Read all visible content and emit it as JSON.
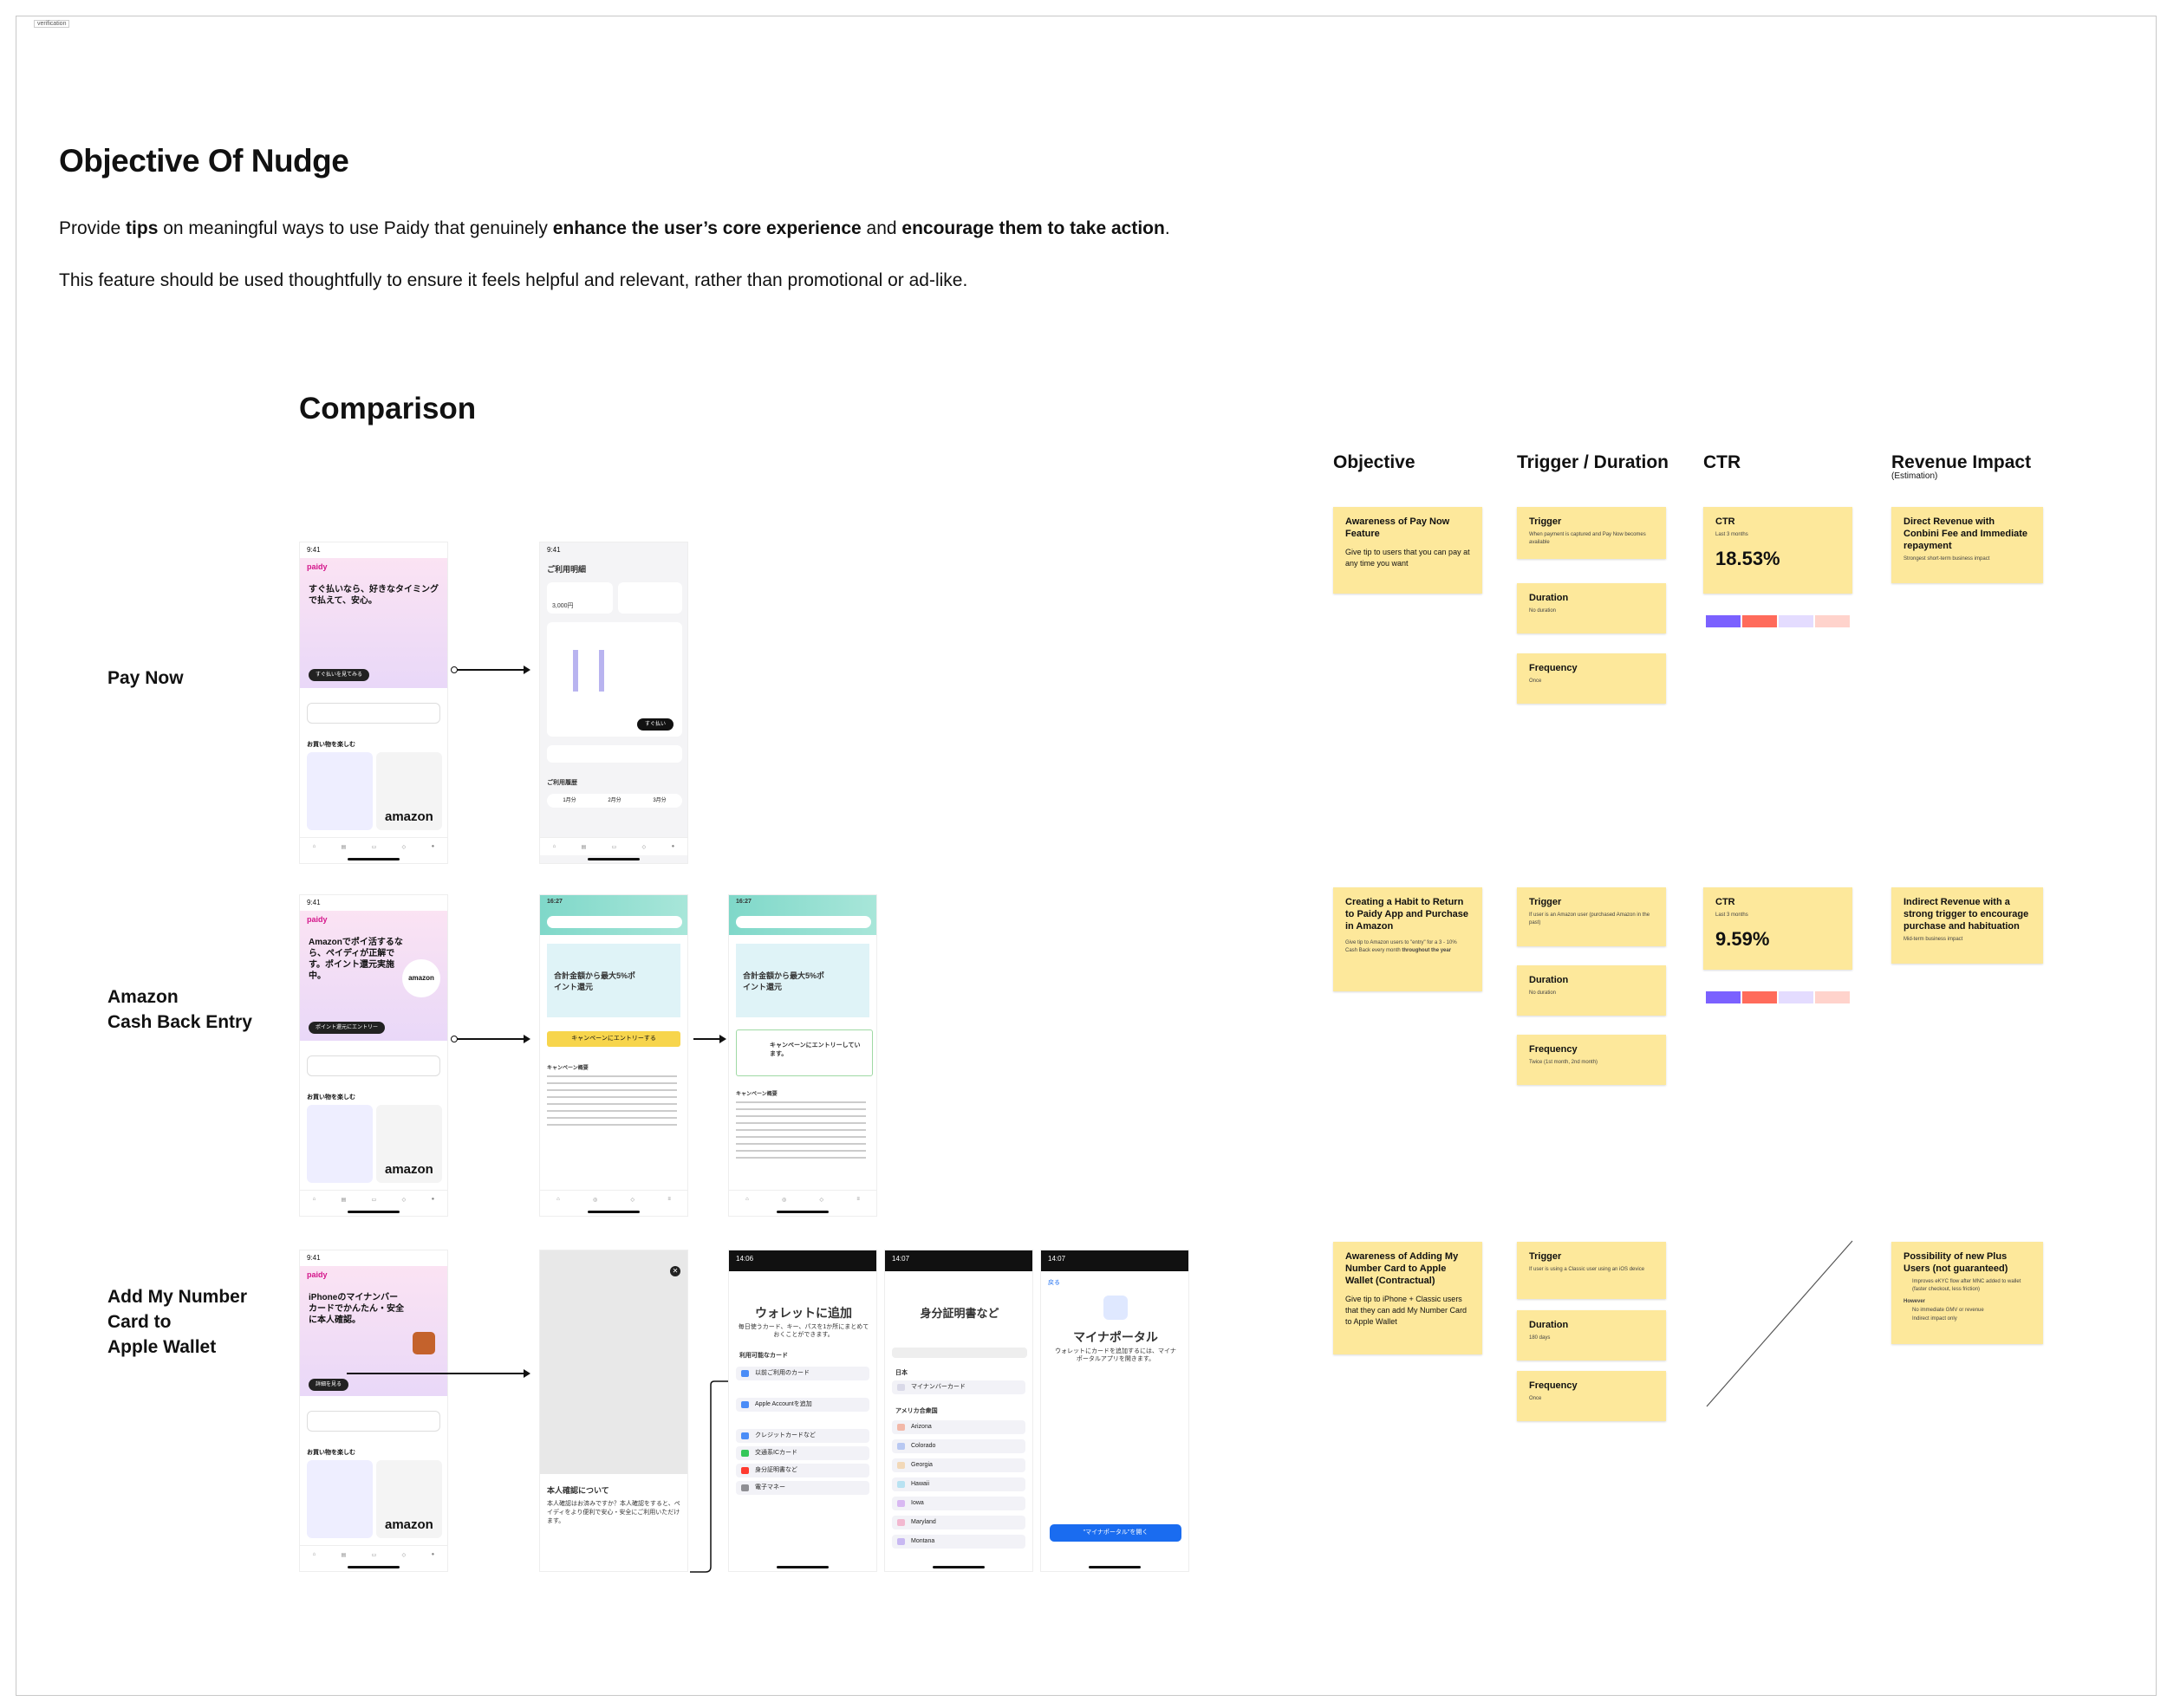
{
  "frame_label": "verification",
  "header": {
    "title": "Objective Of Nudge",
    "intro1": {
      "a": "Provide ",
      "b": "tips",
      "c": " on meaningful ways to use Paidy that genuinely ",
      "d": "enhance the user’s core experience",
      "e": " and ",
      "f": "encourage them to take action",
      "g": "."
    },
    "intro2": "This feature should be used thoughtfully to ensure it feels helpful and relevant, rather than promotional or ad-like."
  },
  "comparison": {
    "title": "Comparison",
    "rows": [
      {
        "label": "Pay Now"
      },
      {
        "label_line1": "Amazon",
        "label_line2": "Cash Back Entry"
      },
      {
        "label_line1": "Add My Number",
        "label_line2": "Card to",
        "label_line3": "Apple Wallet"
      }
    ]
  },
  "columns": {
    "objective": "Objective",
    "trigger": "Trigger / Duration",
    "ctr": "CTR",
    "revenue": "Revenue Impact",
    "revenue_sub": "(Estimation)"
  },
  "stickies": {
    "r1": {
      "objective_title": "Awareness of Pay Now Feature",
      "objective_body": "Give tip to users that you can pay at any time you want",
      "trigger_title": "Trigger",
      "trigger_body": "When payment is captured and Pay Now becomes available",
      "duration_title": "Duration",
      "duration_body": "No duration",
      "frequency_title": "Frequency",
      "frequency_body": "Once",
      "ctr_title": "CTR",
      "ctr_sub": "Last 3 months",
      "ctr_value": "18.53%",
      "revenue_title": "Direct Revenue with Conbini Fee and Immediate repayment",
      "revenue_body": "Strongest short-term business impact"
    },
    "r2": {
      "objective_title": "Creating a Habit to Return to Paidy App and Purchase in Amazon",
      "objective_body_a": "Give tip to Amazon users to \"entry\" for a 3 - 10% Cash Back every month ",
      "objective_body_b": "throughout the year",
      "trigger_title": "Trigger",
      "trigger_body": "If user is an Amazon user (purchased Amazon in the past)",
      "duration_title": "Duration",
      "duration_body": "No duration",
      "frequency_title": "Frequency",
      "frequency_body": "Twice (1st month, 2nd month)",
      "ctr_title": "CTR",
      "ctr_sub": "Last 3 months",
      "ctr_value": "9.59%",
      "revenue_title": "Indirect Revenue with a strong trigger to encourage purchase and habituation",
      "revenue_body": "Mid-term business impact"
    },
    "r3": {
      "objective_title": "Awareness of Adding My Number Card to Apple Wallet (Contractual)",
      "objective_body": "Give tip to iPhone + Classic users that they can add My Number Card to Apple Wallet",
      "trigger_title": "Trigger",
      "trigger_body": "If user is using a Classic user using an iOS device",
      "duration_title": "Duration",
      "duration_body": "180 days",
      "frequency_title": "Frequency",
      "frequency_body": "Once",
      "revenue_title": "Possibility of new Plus Users (not guaranteed)",
      "revenue_b1": "Improves eKYC flow after MNC added to wallet (faster checkout, less friction)",
      "revenue_however": "However",
      "revenue_b2": "No immediate GMV or revenue",
      "revenue_b3": "Indirect impact only"
    }
  },
  "phones": {
    "time": "9:41",
    "logo": "paidy",
    "home_paynow_head": "すぐ払いなら、好きなタイミングで払えて、安心。",
    "home_paynow_btn": "すぐ払いを見てみる",
    "home_amazon_head": "Amazonでポイ活するなら、ペイディが正解です。ポイント還元実施中。",
    "home_amazon_btn": "ポイント還元にエントリー",
    "home_mnc_head": "iPhoneのマイナンバーカードでかんたん・安全に本人確認。",
    "home_mnc_btn": "詳細を見る",
    "shop_title": "お買い物を楽しむ",
    "amazon": "amazon",
    "usage_title": "ご利用明細",
    "usage_amount": "3,000円",
    "paynow_btn": "すぐ払い",
    "history": "ご利用履歴",
    "tab1": "1月分",
    "tab2": "2月分",
    "tab3": "3月分",
    "teal_time": "16:27",
    "campaign_head": "合計金額から最大5%ポイント還元",
    "entry_btn": "キャンペーンにエントリーする",
    "entered": "キャンペーンにエントリーしています。",
    "campaign_overview": "キャンペーン概要",
    "id_check_title": "本人確認について",
    "id_check_body": "本人確認はお済みですか？本人確認をすると、ペイディをより便利で安心・安全にご利用いただけます。",
    "wallet_time1": "14:06",
    "wallet_time2": "14:07",
    "wallet_time3": "14:07",
    "wallet_title": "ウォレットに追加",
    "wallet_sub": "毎日使うカード、キー、パスを1か所にまとめておくことができます。",
    "wallet_avail": "利用可能なカード",
    "wallet_prev": "以前ご利用のカード",
    "wallet_apple": "Apple Accountを追加",
    "wallet_credit": "クレジットカードなど",
    "wallet_transit": "交通系ICカード",
    "wallet_id": "身分証明書など",
    "wallet_emoney": "電子マネー",
    "id_title": "身分証明書など",
    "id_japan": "日本",
    "id_mynumber": "マイナンバーカード",
    "id_us": "アメリカ合衆国",
    "states": [
      "Arizona",
      "Colorado",
      "Georgia",
      "Hawaii",
      "Iowa",
      "Maryland",
      "Montana"
    ],
    "back": "戻る",
    "portal_title": "マイナポータル",
    "portal_body": "ウォレットにカードを追加するには、マイナポータルアプリを開きます。",
    "portal_btn": "\"マイナポータル\"を開く"
  },
  "colors": {
    "sticky": "#fde89b",
    "ctr_purple": "#7b61ff",
    "ctr_red": "#ff6b5b",
    "paidy_pink": "#d4148a"
  }
}
